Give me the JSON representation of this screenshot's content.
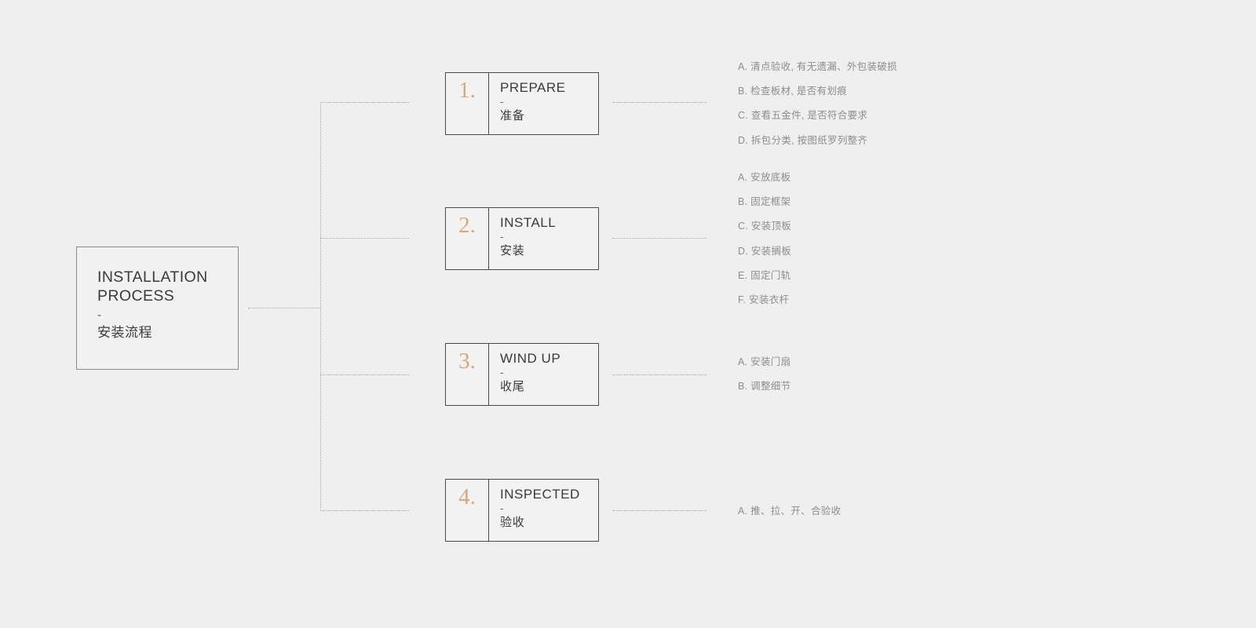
{
  "diagram": {
    "type": "flowchart-tree",
    "background_color": "#efefef",
    "accent_color": "#d9a77c",
    "root": {
      "title_en": "INSTALLATION\nPROCESS",
      "divider": "-",
      "title_cn": "安装流程"
    },
    "steps": [
      {
        "number": "1.",
        "title_en": "PREPARE",
        "divider": "-",
        "title_cn": "准备",
        "details": [
          "A. 清点验收, 有无遗漏、外包装破损",
          "B. 检查板材, 是否有划痕",
          "C. 查看五金件, 是否符合要求",
          "D. 拆包分类, 按图纸罗列整齐"
        ]
      },
      {
        "number": "2.",
        "title_en": "INSTALL",
        "divider": "-",
        "title_cn": "安装",
        "details": [
          "A. 安放底板",
          "B. 固定框架",
          "C. 安装顶板",
          "D. 安装搁板",
          "E. 固定门轨",
          "F. 安装衣杆"
        ]
      },
      {
        "number": "3.",
        "title_en": "WIND UP",
        "divider": "-",
        "title_cn": "收尾",
        "details": [
          "A. 安装门扇",
          "B. 调整细节"
        ]
      },
      {
        "number": "4.",
        "title_en": "INSPECTED",
        "divider": "-",
        "title_cn": "验收",
        "details": [
          "A. 推、拉、开、合验收"
        ]
      }
    ]
  }
}
